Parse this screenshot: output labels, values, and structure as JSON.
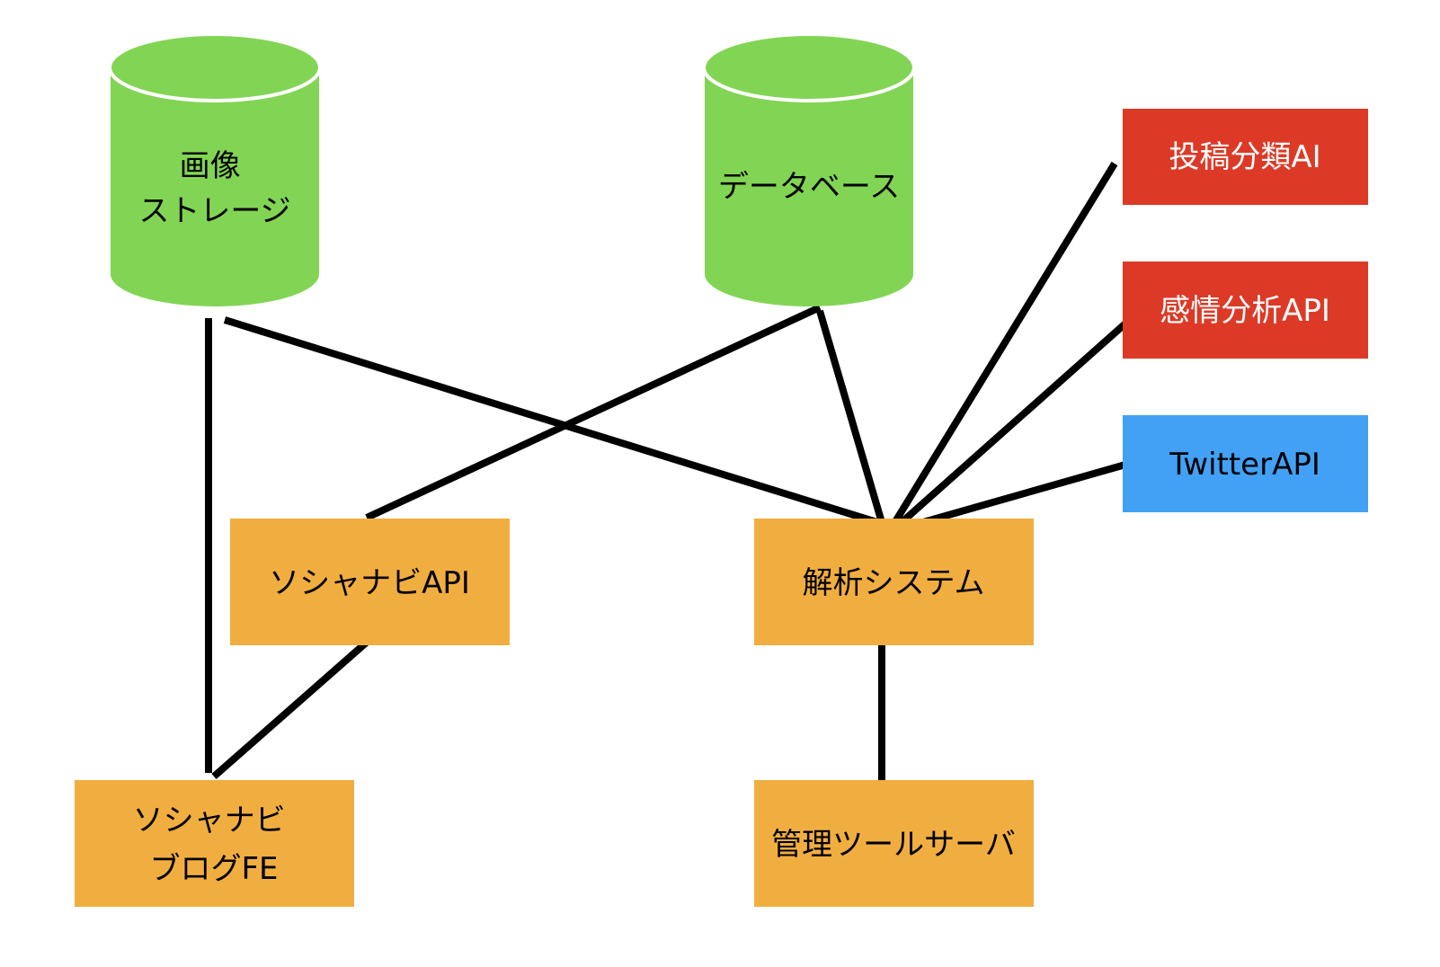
{
  "nodes": {
    "image_storage": {
      "lines": [
        "画像",
        "ストレージ"
      ],
      "color": "#82d554",
      "shape": "cylinder"
    },
    "database": {
      "lines": [
        "データベース"
      ],
      "color": "#82d554",
      "shape": "cylinder"
    },
    "post_classification_ai": {
      "lines": [
        "投稿分類AI"
      ],
      "color": "#dc3a27",
      "text_color": "#ffffff",
      "shape": "box"
    },
    "sentiment_api": {
      "lines": [
        "感情分析API"
      ],
      "color": "#dc3a27",
      "text_color": "#ffffff",
      "shape": "box"
    },
    "twitter_api": {
      "lines": [
        "TwitterAPI"
      ],
      "color": "#42a1f5",
      "text_color": "#000000",
      "shape": "box"
    },
    "sosha_api": {
      "lines": [
        "ソシャナビAPI"
      ],
      "color": "#f1ae40",
      "shape": "box"
    },
    "analysis_system": {
      "lines": [
        "解析システム"
      ],
      "color": "#f1ae40",
      "shape": "box"
    },
    "blog_fe": {
      "lines": [
        "ソシャナビ",
        "ブログFE"
      ],
      "color": "#f1ae40",
      "shape": "box"
    },
    "admin_server": {
      "lines": [
        "管理ツールサーバ"
      ],
      "color": "#f1ae40",
      "shape": "box"
    }
  },
  "connections": [
    {
      "from": "image_storage",
      "to": "blog_fe"
    },
    {
      "from": "image_storage",
      "to": "analysis_system"
    },
    {
      "from": "database",
      "to": "sosha_api"
    },
    {
      "from": "database",
      "to": "analysis_system"
    },
    {
      "from": "post_classification_ai",
      "to": "analysis_system"
    },
    {
      "from": "sentiment_api",
      "to": "analysis_system"
    },
    {
      "from": "twitter_api",
      "to": "analysis_system"
    },
    {
      "from": "sosha_api",
      "to": "blog_fe"
    },
    {
      "from": "analysis_system",
      "to": "admin_server"
    }
  ]
}
